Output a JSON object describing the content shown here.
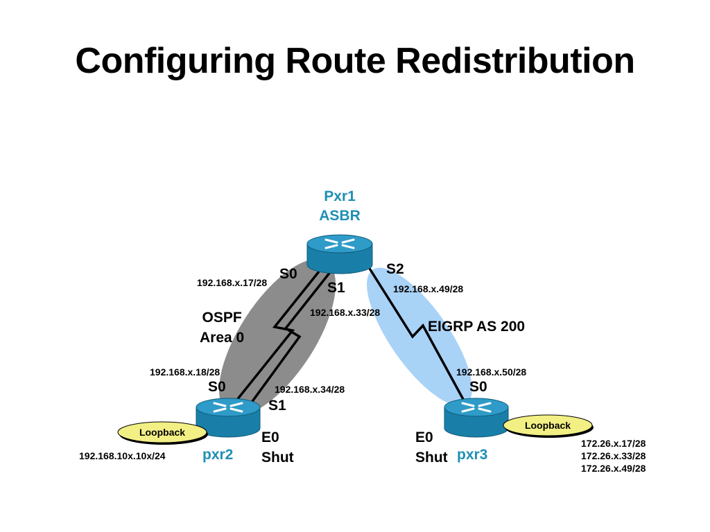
{
  "title": "Configuring Route Redistribution",
  "colors": {
    "router_body": "#1a7fa8",
    "router_top": "#2f9bc8",
    "router_name": "#1f8fb5",
    "ospf_area": "#8c8c8c",
    "eigrp_area": "#a9d2f7",
    "loopback": "#f2ef85"
  },
  "icons": {
    "router": "router-icon",
    "serial_link": "serial-link-icon"
  },
  "routers": {
    "pxr1": {
      "name": "Pxr1",
      "role": "ASBR"
    },
    "pxr2": {
      "name": "pxr2"
    },
    "pxr3": {
      "name": "pxr3"
    }
  },
  "areas": {
    "ospf": {
      "line1": "OSPF",
      "line2": "Area 0"
    },
    "eigrp": {
      "label": "EIGRP AS 200"
    }
  },
  "interfaces": {
    "pxr1_s0": {
      "port": "S0",
      "address": "192.168.x.17/28"
    },
    "pxr1_s1": {
      "port": "S1",
      "address": "192.168.x.33/28"
    },
    "pxr1_s2": {
      "port": "S2",
      "address": "192.168.x.49/28"
    },
    "pxr2_s0": {
      "port": "S0",
      "address": "192.168.x.18/28"
    },
    "pxr2_s1": {
      "port": "S1",
      "address": "192.168.x.34/28"
    },
    "pxr3_s0": {
      "port": "S0",
      "address": "192.168.x.50/28"
    },
    "pxr2_e0": {
      "port": "E0",
      "state": "Shut"
    },
    "pxr3_e0": {
      "port": "E0",
      "state": "Shut"
    }
  },
  "loopbacks": {
    "pxr2": {
      "label": "Loopback",
      "addresses": [
        "192.168.10x.10x/24"
      ]
    },
    "pxr3": {
      "label": "Loopback",
      "addresses": [
        "172.26.x.17/28",
        "172.26.x.33/28",
        "172.26.x.49/28"
      ]
    }
  }
}
